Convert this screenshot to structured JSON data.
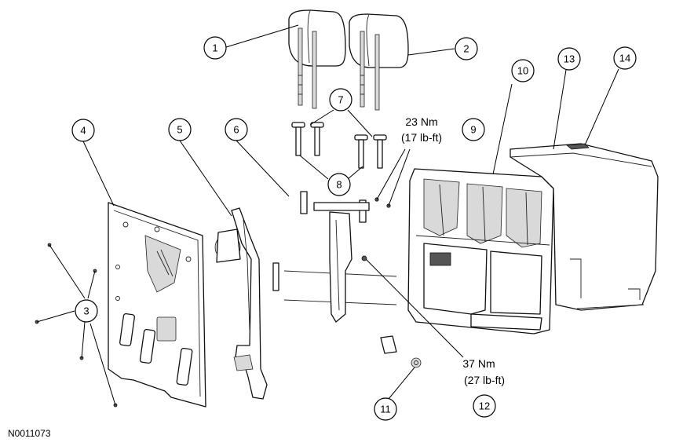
{
  "figure_id": "N0011073",
  "callouts": [
    {
      "id": "c1",
      "label": "1"
    },
    {
      "id": "c2",
      "label": "2"
    },
    {
      "id": "c3",
      "label": "3"
    },
    {
      "id": "c4",
      "label": "4"
    },
    {
      "id": "c5",
      "label": "5"
    },
    {
      "id": "c6",
      "label": "6"
    },
    {
      "id": "c7",
      "label": "7"
    },
    {
      "id": "c8",
      "label": "8"
    },
    {
      "id": "c9",
      "label": "9"
    },
    {
      "id": "c10",
      "label": "10"
    },
    {
      "id": "c11",
      "label": "11"
    },
    {
      "id": "c12",
      "label": "12"
    },
    {
      "id": "c13",
      "label": "13"
    },
    {
      "id": "c14",
      "label": "14"
    }
  ],
  "torque_upper": {
    "nm": "23 Nm",
    "lbft": "(17 lb-ft)"
  },
  "torque_lower": {
    "nm": "37 Nm",
    "lbft": "(27 lb-ft)"
  }
}
